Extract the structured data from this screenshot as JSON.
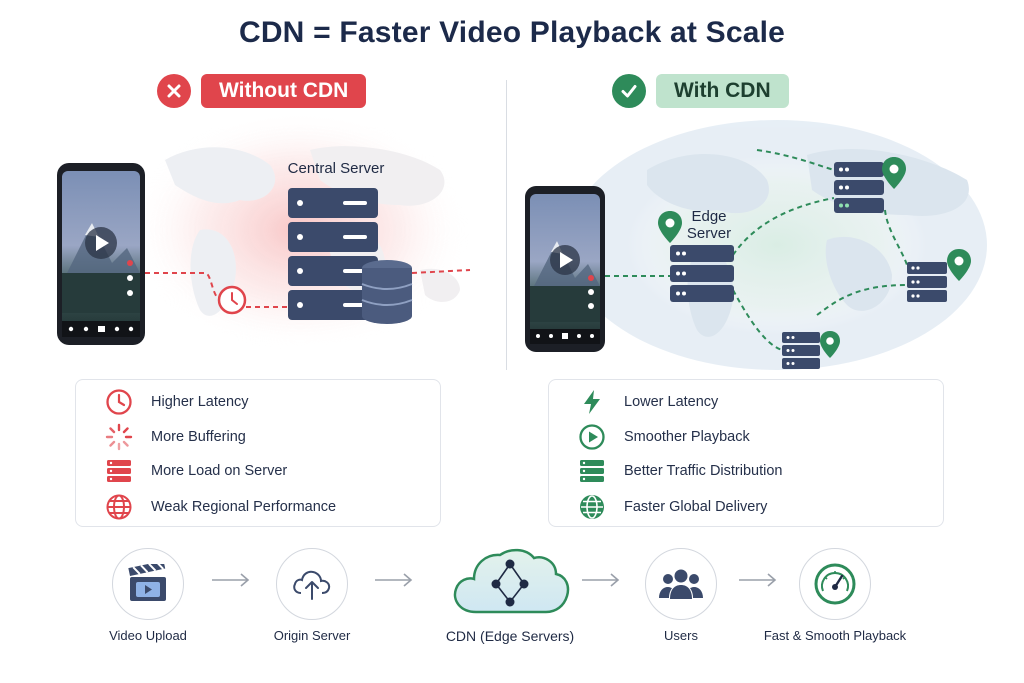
{
  "title": "CDN = Faster Video Playback at Scale",
  "left_panel": {
    "badge": "Without CDN",
    "server_label": "Central Server",
    "features": [
      {
        "icon": "clock-icon",
        "label": "Higher Latency"
      },
      {
        "icon": "buffering-spinner-icon",
        "label": "More Buffering"
      },
      {
        "icon": "server-stack-icon",
        "label": "More Load on Server"
      },
      {
        "icon": "globe-icon",
        "label": "Weak Regional Performance"
      }
    ]
  },
  "right_panel": {
    "badge": "With CDN",
    "edge_label_line1": "Edge",
    "edge_label_line2": "Server",
    "features": [
      {
        "icon": "lightning-icon",
        "label": "Lower Latency"
      },
      {
        "icon": "play-circle-icon",
        "label": "Smoother Playback"
      },
      {
        "icon": "server-stack-icon",
        "label": "Better Traffic Distribution"
      },
      {
        "icon": "globe-icon",
        "label": "Faster Global Delivery"
      }
    ]
  },
  "flow": [
    {
      "icon": "clapperboard-icon",
      "label": "Video Upload"
    },
    {
      "icon": "cloud-upload-icon",
      "label": "Origin Server"
    },
    {
      "icon": "cdn-cloud-icon",
      "label": "CDN (Edge Servers)"
    },
    {
      "icon": "users-icon",
      "label": "Users"
    },
    {
      "icon": "speedometer-icon",
      "label": "Fast & Smooth Playback"
    }
  ],
  "colors": {
    "red": "#e0454c",
    "green": "#2e8b5a",
    "navy": "#3b4a6b",
    "title": "#1c2a4a"
  }
}
